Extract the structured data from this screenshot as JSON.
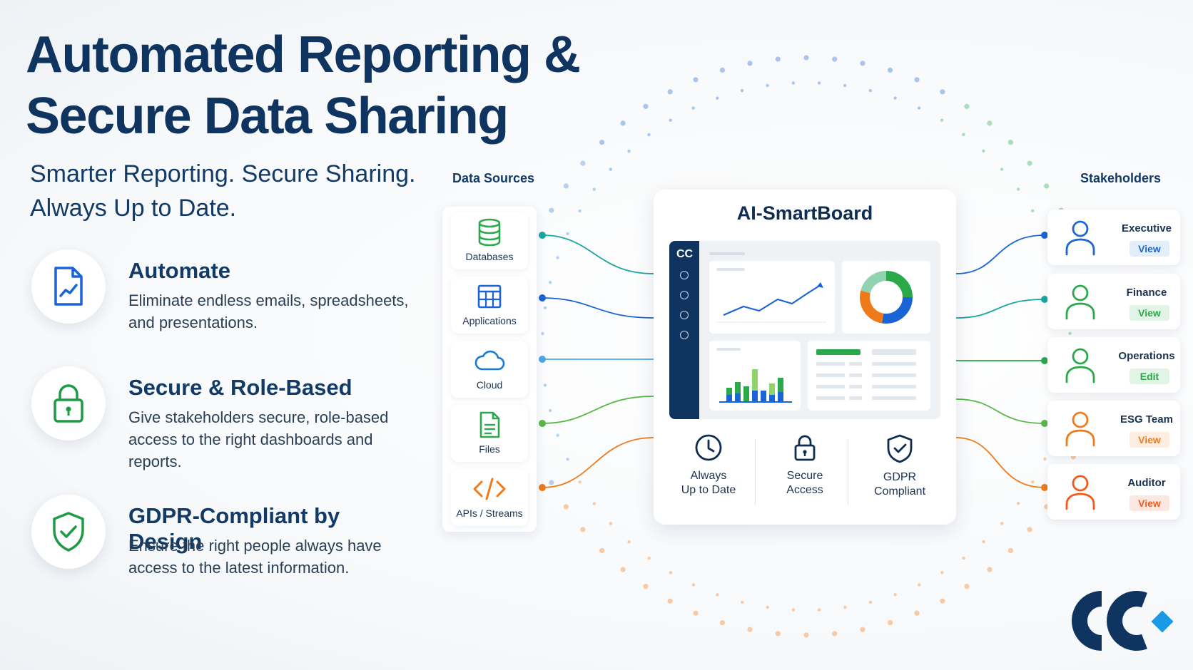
{
  "title_line1": "Automated Reporting &",
  "title_line2": "Secure Data Sharing",
  "subtitle_line1": "Smarter Reporting. Secure Sharing.",
  "subtitle_line2": "Always Up to Date.",
  "features": [
    {
      "title": "Automate",
      "description": "Eliminate endless emails, spreadsheets, and presentations.",
      "icon": "report-chart-icon",
      "color": "#1a64d6"
    },
    {
      "title": "Secure & Role-Based",
      "description": "Give stakeholders secure, role-based access to the right dashboards and reports.",
      "icon": "lock-icon",
      "color": "#1f9a47"
    },
    {
      "title": "GDPR-Compliant by Design",
      "description": "Ensure the right people always have access to the latest information.",
      "icon": "shield-check-icon",
      "color": "#1f9a47"
    }
  ],
  "data_sources": {
    "label": "Data Sources",
    "items": [
      {
        "label": "Databases",
        "icon": "database-icon",
        "color": "#2aa84a"
      },
      {
        "label": "Applications",
        "icon": "grid-app-icon",
        "color": "#1a64d6"
      },
      {
        "label": "Cloud",
        "icon": "cloud-icon",
        "color": "#1a7ad6"
      },
      {
        "label": "Files",
        "icon": "file-icon",
        "color": "#2aa84a"
      },
      {
        "label": "APIs / Streams",
        "icon": "code-icon",
        "color": "#f07a1a"
      }
    ]
  },
  "board": {
    "title": "AI-SmartBoard",
    "logo_mini": "CC",
    "features": [
      {
        "line1": "Always",
        "line2": "Up to Date",
        "icon": "clock-icon"
      },
      {
        "line1": "Secure",
        "line2": "Access",
        "icon": "padlock-icon"
      },
      {
        "line1": "GDPR",
        "line2": "Compliant",
        "icon": "shield-icon"
      }
    ]
  },
  "stakeholders": {
    "label": "Stakeholders",
    "items": [
      {
        "name": "Executive",
        "role": "View",
        "color": "#1a64d6",
        "badge_bg": "#e3eefb"
      },
      {
        "name": "Finance",
        "role": "View",
        "color": "#2aa84a",
        "badge_bg": "#e2f4e6"
      },
      {
        "name": "Operations",
        "role": "Edit",
        "color": "#2aa84a",
        "badge_bg": "#e2f4e6"
      },
      {
        "name": "ESG Team",
        "role": "View",
        "color": "#f07a1a",
        "badge_bg": "#fdeee1"
      },
      {
        "name": "Auditor",
        "role": "View",
        "color": "#f05a1a",
        "badge_bg": "#fde8e1"
      }
    ]
  },
  "colors": {
    "navy": "#0f3460",
    "blue": "#1a64d6",
    "teal": "#1aa6a0",
    "green": "#2aa84a",
    "orange": "#f07a1a",
    "accent": "#1a9ae6"
  }
}
